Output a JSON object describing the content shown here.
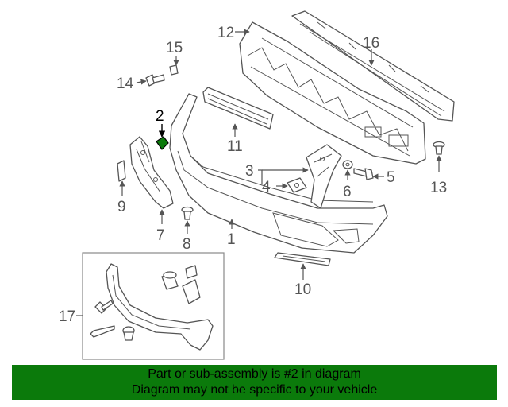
{
  "colors": {
    "banner": "#0b7a0b",
    "highlighted_part": "#0b7a0b",
    "line": "#555555"
  },
  "callouts": {
    "c1": "1",
    "c2": "2",
    "c3": "3",
    "c4": "4",
    "c5": "5",
    "c6": "6",
    "c7": "7",
    "c8": "8",
    "c9": "9",
    "c10": "10",
    "c11": "11",
    "c12": "12",
    "c13": "13",
    "c14": "14",
    "c15": "15",
    "c16": "16",
    "c17": "17"
  },
  "highlighted_callout": "2",
  "banner": {
    "line1": "Part or sub-assembly is #2 in diagram",
    "line2": "Diagram may not be specific to your vehicle"
  }
}
